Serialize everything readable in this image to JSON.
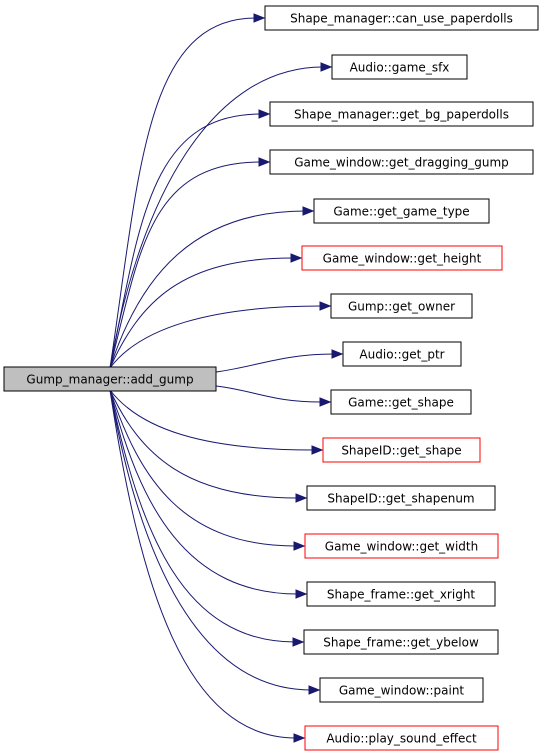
{
  "source_node": {
    "label": "Gump_manager::add_gump"
  },
  "target_nodes": [
    {
      "label": "Shape_manager::can_use_paperdolls",
      "outline": "black"
    },
    {
      "label": "Audio::game_sfx",
      "outline": "black"
    },
    {
      "label": "Shape_manager::get_bg_paperdolls",
      "outline": "black"
    },
    {
      "label": "Game_window::get_dragging_gump",
      "outline": "black"
    },
    {
      "label": "Game::get_game_type",
      "outline": "black"
    },
    {
      "label": "Game_window::get_height",
      "outline": "red"
    },
    {
      "label": "Gump::get_owner",
      "outline": "black"
    },
    {
      "label": "Audio::get_ptr",
      "outline": "black"
    },
    {
      "label": "Game::get_shape",
      "outline": "black"
    },
    {
      "label": "ShapeID::get_shape",
      "outline": "red"
    },
    {
      "label": "ShapeID::get_shapenum",
      "outline": "black"
    },
    {
      "label": "Game_window::get_width",
      "outline": "red"
    },
    {
      "label": "Shape_frame::get_xright",
      "outline": "black"
    },
    {
      "label": "Shape_frame::get_ybelow",
      "outline": "black"
    },
    {
      "label": "Game_window::paint",
      "outline": "black"
    },
    {
      "label": "Audio::play_sound_effect",
      "outline": "red"
    }
  ],
  "colors": {
    "edge": "#191970",
    "source_fill": "#bfbfbf",
    "outline_black": "#000000",
    "outline_red": "#ff0000"
  }
}
